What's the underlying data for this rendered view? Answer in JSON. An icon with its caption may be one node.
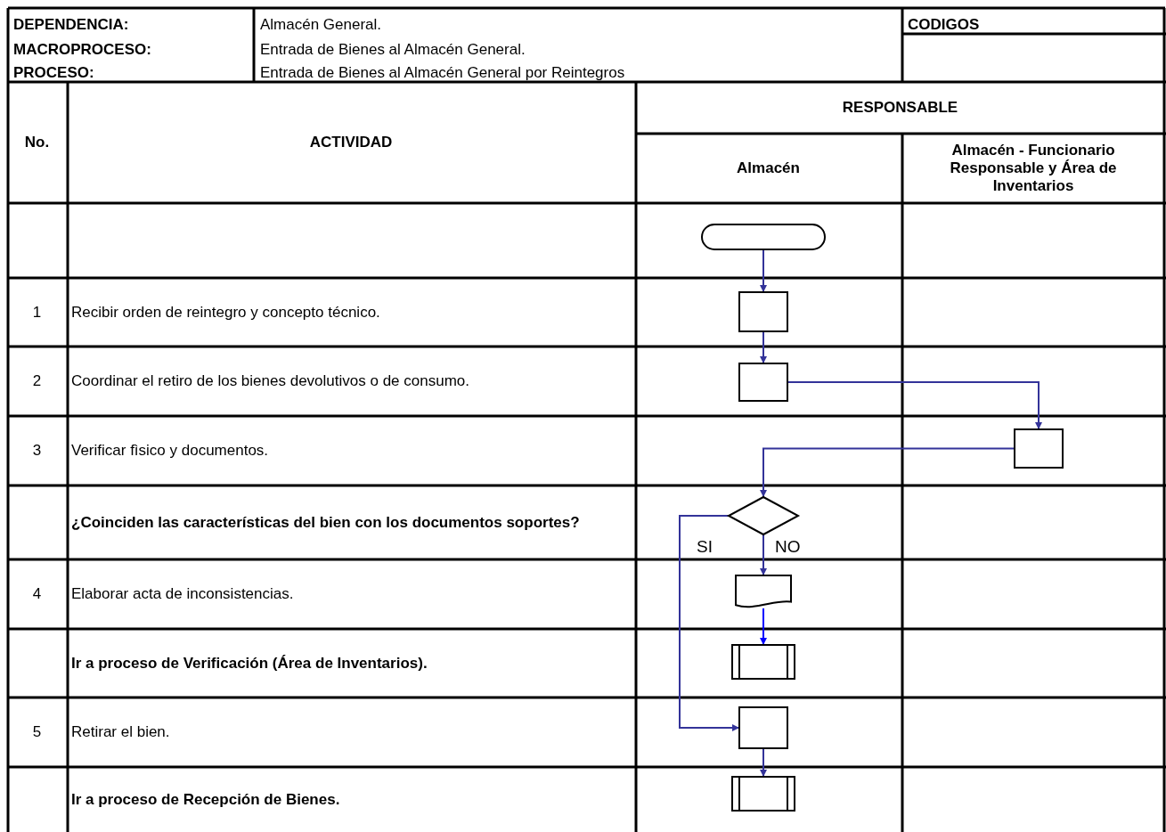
{
  "diagram": {
    "nodes": [
      {
        "text": [],
        "shape": "oval"
      },
      {
        "text": [],
        "shape": "box"
      },
      {
        "text": [],
        "shape": "box"
      },
      {
        "text": [],
        "shape": "box"
      },
      {
        "text": [],
        "shape": "diamond"
      },
      {
        "text": [],
        "shape": "document"
      },
      {
        "text": [],
        "shape": "subroutine"
      },
      {
        "text": [],
        "shape": "box"
      },
      {
        "text": [],
        "shape": "subroutine"
      }
    ],
    "edges": [
      {
        "from": 0,
        "to": 1,
        "arrow": "to"
      },
      {
        "from": 1,
        "to": 2,
        "arrow": "to"
      },
      {
        "from": 2,
        "to": 3,
        "arrow": "to"
      },
      {
        "from": 3,
        "to": 4,
        "arrow": "to"
      },
      {
        "from": 4,
        "to": 7,
        "arrow": "to",
        "label": "SI"
      },
      {
        "from": 4,
        "to": 5,
        "arrow": "to",
        "label": "NO"
      },
      {
        "from": 5,
        "to": 6,
        "arrow": "to",
        "color": "#0000ff"
      },
      {
        "from": 7,
        "to": 8,
        "arrow": "to"
      }
    ],
    "labels": [
      "DEPENDENCIA:",
      "Almacén General.",
      "CODIGOS",
      "MACROPROCESO:",
      "Entrada de Bienes al Almacén General.",
      "PROCESO:",
      "Entrada de Bienes al Almacén General por Reintegros",
      "No.",
      "ACTIVIDAD",
      "RESPONSABLE",
      "Almacén",
      "Almacén - Funcionario Responsable y Área de Inventarios",
      "1",
      "Recibir orden de reintegro y concepto técnico.",
      "2",
      "Coordinar el retiro de los bienes devolutivos o de consumo.",
      "3",
      "Verificar fìsico y documentos.",
      "¿Coinciden las características del bien con los documentos soportes?",
      "4",
      "Elaborar acta de inconsistencias.",
      "Ir a proceso de Verificación (Área de Inventarios).",
      "5",
      "Retirar el bien.",
      "Ir a proceso de Recepción de Bienes."
    ]
  }
}
